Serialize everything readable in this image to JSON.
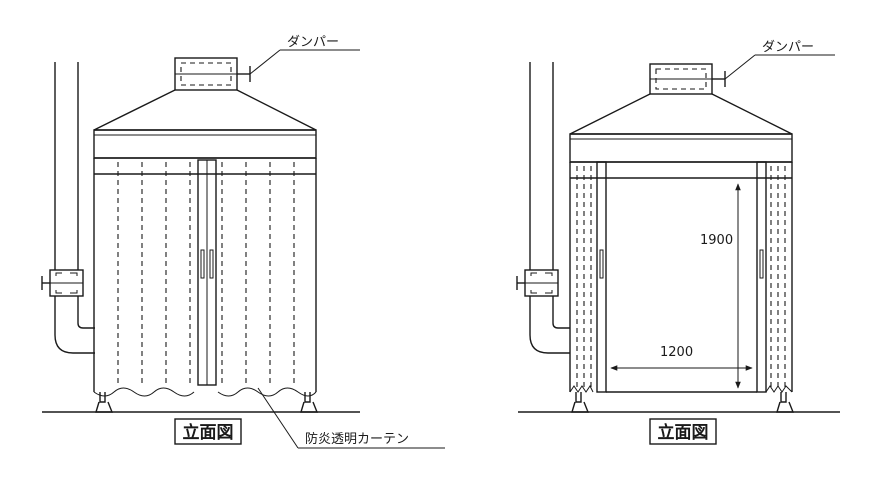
{
  "left_view": {
    "damper_label": "ダンパー",
    "title": "立面図",
    "curtain_label": "防炎透明カーテン"
  },
  "right_view": {
    "damper_label": "ダンパー",
    "title": "立面図",
    "dim_height": "1900",
    "dim_width": "1200"
  }
}
